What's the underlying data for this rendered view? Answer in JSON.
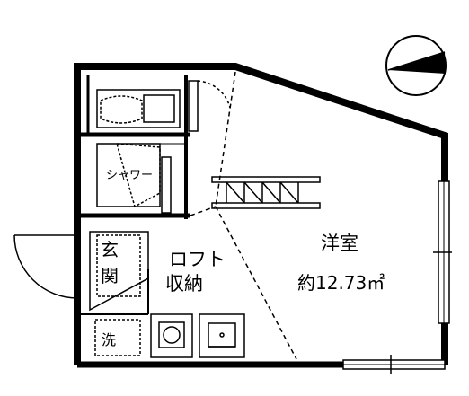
{
  "rooms": {
    "western_room": {
      "label": "洋室",
      "area": "約12.73㎡"
    },
    "loft_storage": {
      "line1": "ロフト",
      "line2": "収納"
    },
    "shower": {
      "label": "シャワー"
    },
    "entrance": {
      "line1": "玄",
      "line2": "関"
    },
    "laundry": {
      "label": "洗"
    }
  },
  "compass": {
    "icon": "north-arrow-icon"
  },
  "colors": {
    "line": "#000000",
    "background": "#ffffff"
  }
}
